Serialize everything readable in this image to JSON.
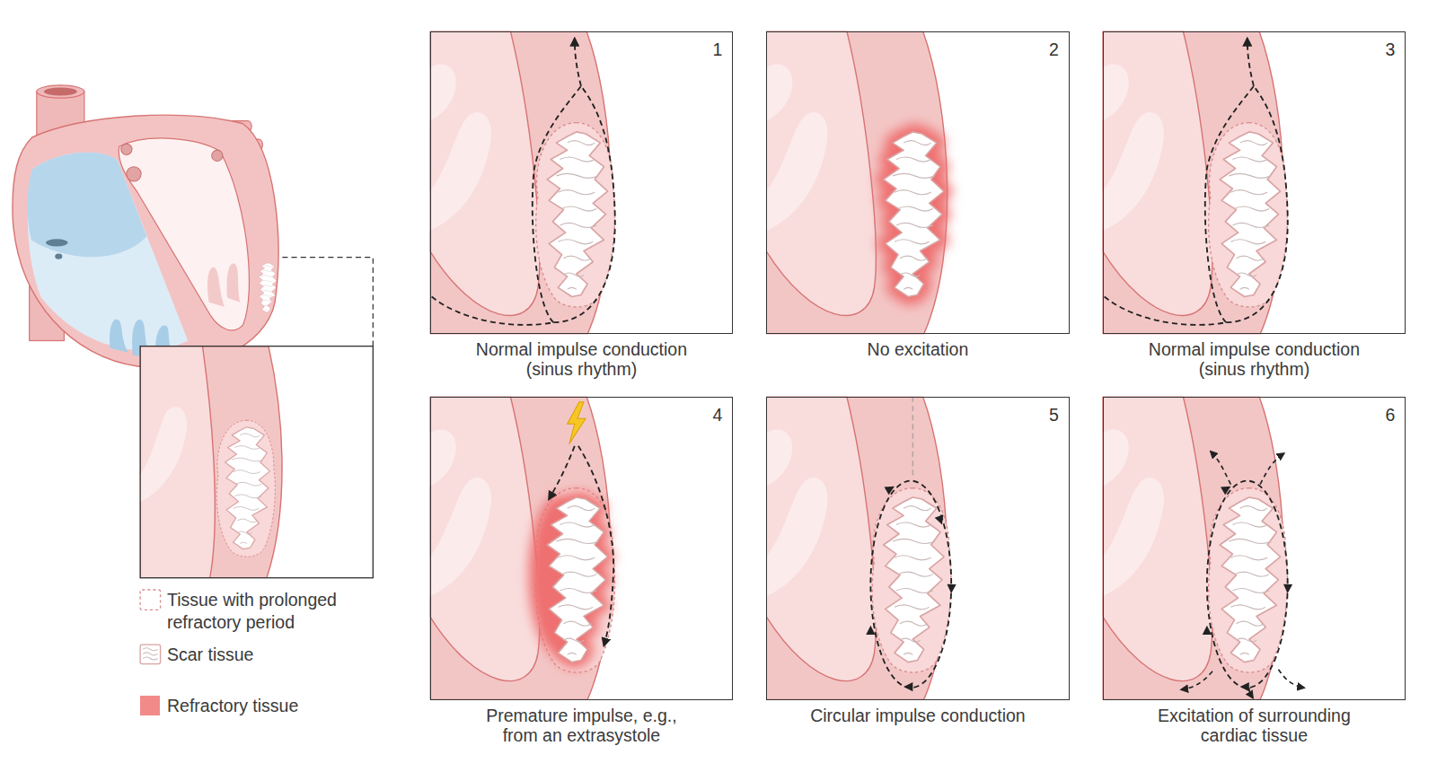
{
  "diagram": {
    "nodes": [
      {
        "text": [
          "1",
          "Normal impulse conduction (sinus rhythm)"
        ]
      },
      {
        "text": [
          "2",
          "No excitation"
        ]
      },
      {
        "text": [
          "3",
          "Normal impulse conduction (sinus rhythm)"
        ]
      },
      {
        "text": [
          "4",
          "Premature impulse, e.g., from an extrasystole"
        ]
      },
      {
        "text": [
          "5",
          "Circular impulse conduction"
        ]
      },
      {
        "text": [
          "6",
          "Excitation of surrounding cardiac tissue"
        ]
      }
    ],
    "legend": [
      {
        "text": "Tissue with prolonged refractory period"
      },
      {
        "text": "Scar tissue"
      },
      {
        "text": "Refractory tissue",
        "color": "#f28a8a"
      }
    ]
  }
}
